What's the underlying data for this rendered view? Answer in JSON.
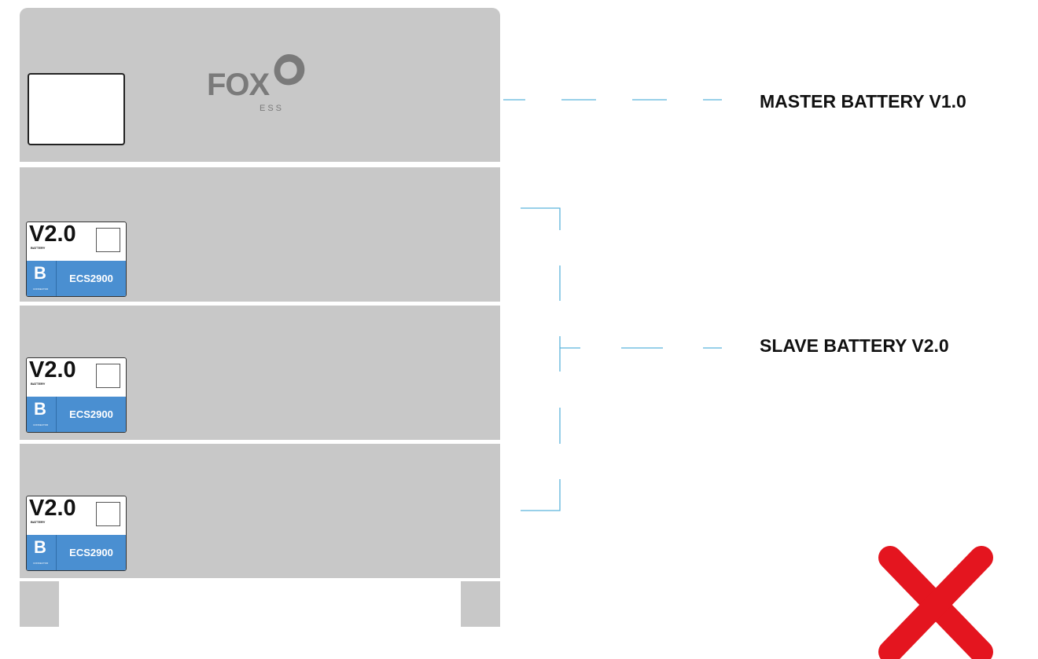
{
  "brand": {
    "logo_text": "FOX",
    "logo_subtext": "ESS"
  },
  "master": {
    "label": "MASTER BATTERY V1.0"
  },
  "slave": {
    "label": "SLAVE BATTERY V2.0",
    "modules": [
      {
        "version": "V2.0",
        "small_text": "BATTERY",
        "connector_letter": "B",
        "connector_small": "CONNECTOR",
        "model": "ECS2900"
      },
      {
        "version": "V2.0",
        "small_text": "BATTERY",
        "connector_letter": "B",
        "connector_small": "CONNECTOR",
        "model": "ECS2900"
      },
      {
        "version": "V2.0",
        "small_text": "BATTERY",
        "connector_letter": "B",
        "connector_small": "CONNECTOR",
        "model": "ECS2900"
      }
    ]
  },
  "status_icon": "red-cross-icon",
  "colors": {
    "casing": "#c8c8c8",
    "label_blue": "#4a8fd1",
    "leader_line": "#5ab4dc",
    "cross": "#e4151f",
    "logo": "#7a7a7a"
  }
}
